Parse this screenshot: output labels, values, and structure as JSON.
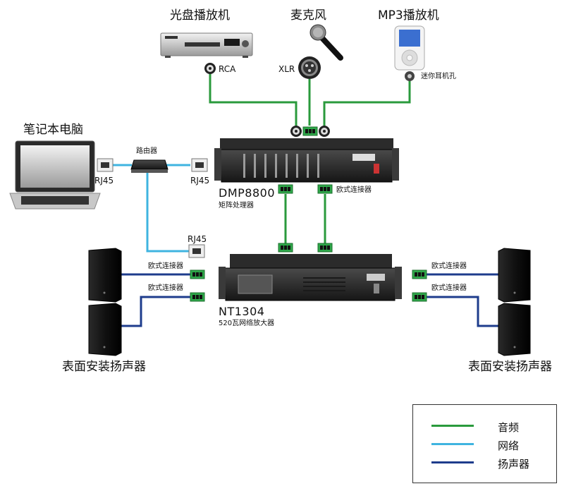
{
  "sources": {
    "cd_player": {
      "title": "光盘播放机",
      "port": "RCA"
    },
    "microphone": {
      "title": "麦克风",
      "port": "XLR"
    },
    "mp3_player": {
      "title": "MP3播放机",
      "port": "迷你耳机孔"
    }
  },
  "laptop": {
    "title": "笔记本电脑",
    "port": "RJ45"
  },
  "router": {
    "title": "路由器",
    "port_right": "RJ45",
    "port_down": "RJ45"
  },
  "dmp": {
    "model": "DMP8800",
    "subtitle": "矩阵处理器",
    "connector_label": "欧式连接器"
  },
  "amp": {
    "model": "NT1304",
    "subtitle": "520瓦网络放大器",
    "left_connector_1": "欧式连接器",
    "left_connector_2": "欧式连接器",
    "right_connector_1": "欧式连接器",
    "right_connector_2": "欧式连接器"
  },
  "speakers": {
    "left_title": "表面安装扬声器",
    "right_title": "表面安装扬声器"
  },
  "legend": [
    {
      "label": "音频",
      "color": "#2a9a3c"
    },
    {
      "label": "网络",
      "color": "#3fb4e0"
    },
    {
      "label": "扬声器",
      "color": "#1e3c8c"
    }
  ]
}
